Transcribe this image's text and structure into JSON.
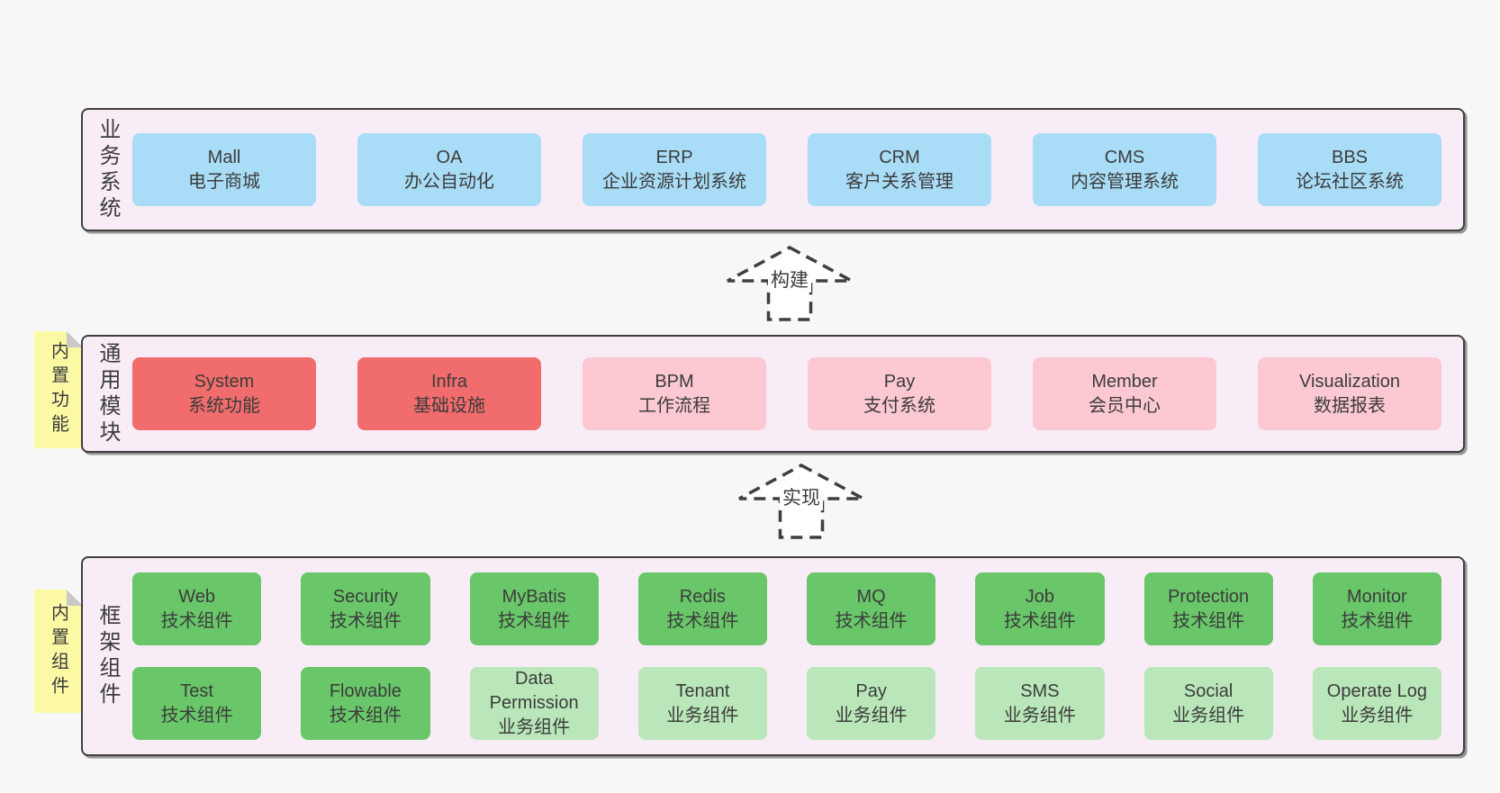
{
  "palette": {
    "page_background": "#f7f7f7",
    "band_background": "#f8edf6",
    "band_border": "#3f3f3f",
    "blue_box": "#a9dcf6",
    "red_box": "#f16c6c",
    "pink_box": "#fcc8d2",
    "green_box": "#69c669",
    "light_green_box": "#bae7ba",
    "note_yellow": "#fbf9a4",
    "note_fold_gray": "#c8c8c8",
    "text": "#3c3c3c"
  },
  "arrows": [
    {
      "label": "构建"
    },
    {
      "label": "实现"
    }
  ],
  "bands": [
    {
      "label": "业务系统",
      "boxes": [
        {
          "en": "Mall",
          "zh": "电子商城",
          "color": "blue"
        },
        {
          "en": "OA",
          "zh": "办公自动化",
          "color": "blue"
        },
        {
          "en": "ERP",
          "zh": "企业资源计划系统",
          "color": "blue"
        },
        {
          "en": "CRM",
          "zh": "客户关系管理",
          "color": "blue"
        },
        {
          "en": "CMS",
          "zh": "内容管理系统",
          "color": "blue"
        },
        {
          "en": "BBS",
          "zh": "论坛社区系统",
          "color": "blue"
        }
      ]
    },
    {
      "label": "通用模块",
      "note": "内置功能",
      "boxes": [
        {
          "en": "System",
          "zh": "系统功能",
          "color": "red"
        },
        {
          "en": "Infra",
          "zh": "基础设施",
          "color": "red"
        },
        {
          "en": "BPM",
          "zh": "工作流程",
          "color": "pink"
        },
        {
          "en": "Pay",
          "zh": "支付系统",
          "color": "pink"
        },
        {
          "en": "Member",
          "zh": "会员中心",
          "color": "pink"
        },
        {
          "en": "Visualization",
          "zh": "数据报表",
          "color": "pink"
        }
      ]
    },
    {
      "label": "框架组件",
      "note": "内置组件",
      "rows": [
        [
          {
            "en": "Web",
            "zh": "技术组件",
            "color": "green"
          },
          {
            "en": "Security",
            "zh": "技术组件",
            "color": "green"
          },
          {
            "en": "MyBatis",
            "zh": "技术组件",
            "color": "green"
          },
          {
            "en": "Redis",
            "zh": "技术组件",
            "color": "green"
          },
          {
            "en": "MQ",
            "zh": "技术组件",
            "color": "green"
          },
          {
            "en": "Job",
            "zh": "技术组件",
            "color": "green"
          },
          {
            "en": "Protection",
            "zh": "技术组件",
            "color": "green"
          },
          {
            "en": "Monitor",
            "zh": "技术组件",
            "color": "green"
          }
        ],
        [
          {
            "en": "Test",
            "zh": "技术组件",
            "color": "green"
          },
          {
            "en": "Flowable",
            "zh": "技术组件",
            "color": "green"
          },
          {
            "en": "Data Permission",
            "zh": "业务组件",
            "color": "lightgreen"
          },
          {
            "en": "Tenant",
            "zh": "业务组件",
            "color": "lightgreen"
          },
          {
            "en": "Pay",
            "zh": "业务组件",
            "color": "lightgreen"
          },
          {
            "en": "SMS",
            "zh": "业务组件",
            "color": "lightgreen"
          },
          {
            "en": "Social",
            "zh": "业务组件",
            "color": "lightgreen"
          },
          {
            "en": "Operate Log",
            "zh": "业务组件",
            "color": "lightgreen"
          }
        ]
      ]
    }
  ]
}
